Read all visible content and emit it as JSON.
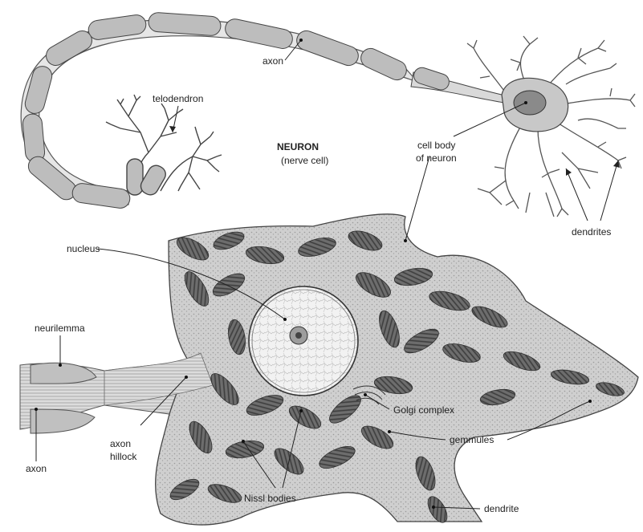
{
  "diagram": {
    "title": "NEURON",
    "subtitle": "(nerve cell)",
    "top_labels": {
      "axon": "axon",
      "telodendron": "telodendron",
      "cell_body_line1": "cell body",
      "cell_body_line2": "of neuron",
      "dendrites": "dendrites"
    },
    "bottom_labels": {
      "nucleus": "nucleus",
      "neurilemma": "neurilemma",
      "axon": "axon",
      "axon_hillock_line1": "axon",
      "axon_hillock_line2": "hillock",
      "nissl_bodies": "Nissl bodies",
      "golgi_complex": "Golgi complex",
      "gemmules": "gemmules",
      "dendrite": "dendrite"
    }
  }
}
